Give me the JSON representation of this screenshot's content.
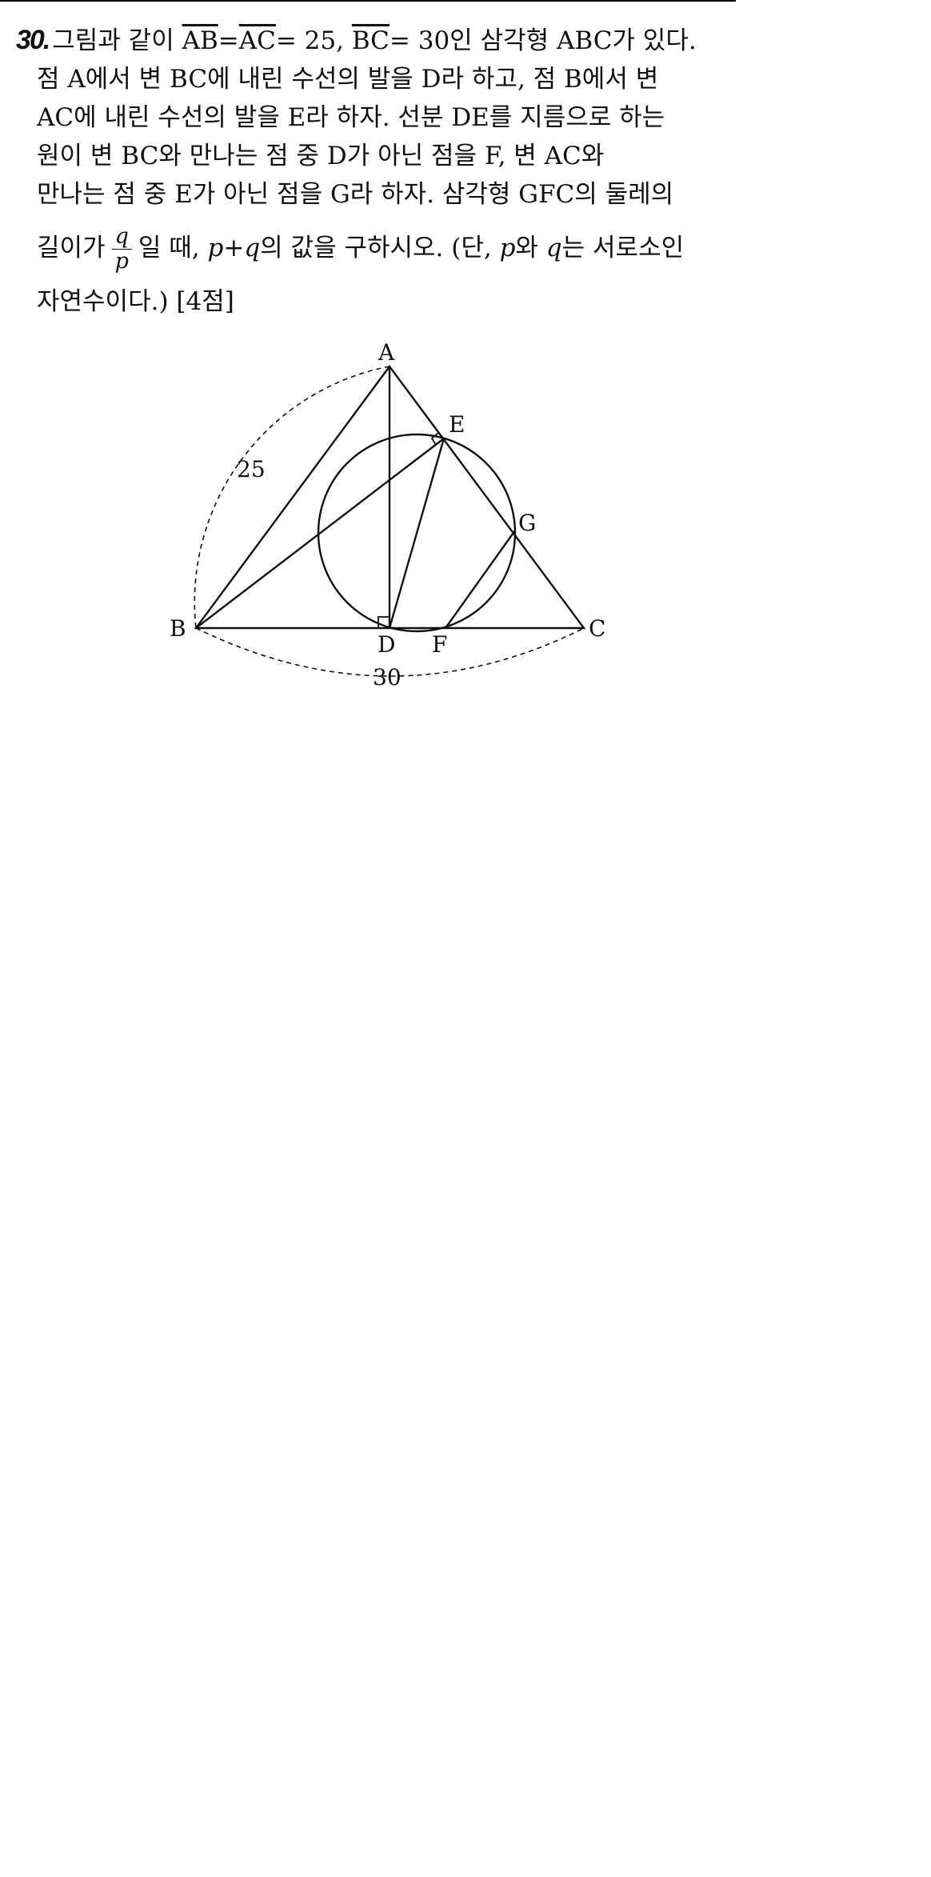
{
  "problem": {
    "number": "30.",
    "l1_a": "그림과 같이 ",
    "seg_ab": "AB",
    "eq1": "=",
    "seg_ac": "AC",
    "l1_b": "= 25, ",
    "seg_bc": "BC",
    "l1_c": "= 30인 삼각형 ABC가 있다.",
    "line2": "점 A에서 변 BC에 내린 수선의 발을 D라 하고, 점 B에서 변",
    "line3": "AC에 내린 수선의 발을 E라 하자. 선분 DE를 지름으로 하는",
    "line4": "원이 변 BC와 만나는 점 중 D가 아닌 점을 F, 변 AC와",
    "line5": "만나는 점 중 E가 아닌 점을 G라 하자. 삼각형 GFC의 둘레의",
    "l6_a": "길이가",
    "frac_num": "q",
    "frac_den": "p",
    "l6_b": "일 때, ",
    "var_p": "p",
    "plus": "+",
    "var_q": "q",
    "l6_c": "의 값을 구하시오. (단, ",
    "var_p2": "p",
    "l6_d": "와 ",
    "var_q2": "q",
    "l6_e": "는 서로소인",
    "line7": "자연수이다.) [4점]"
  },
  "figure": {
    "label_a": "A",
    "label_b": "B",
    "label_c": "C",
    "label_d": "D",
    "label_e": "E",
    "label_f": "F",
    "label_g": "G",
    "len_ab": "25",
    "len_bc": "30"
  }
}
